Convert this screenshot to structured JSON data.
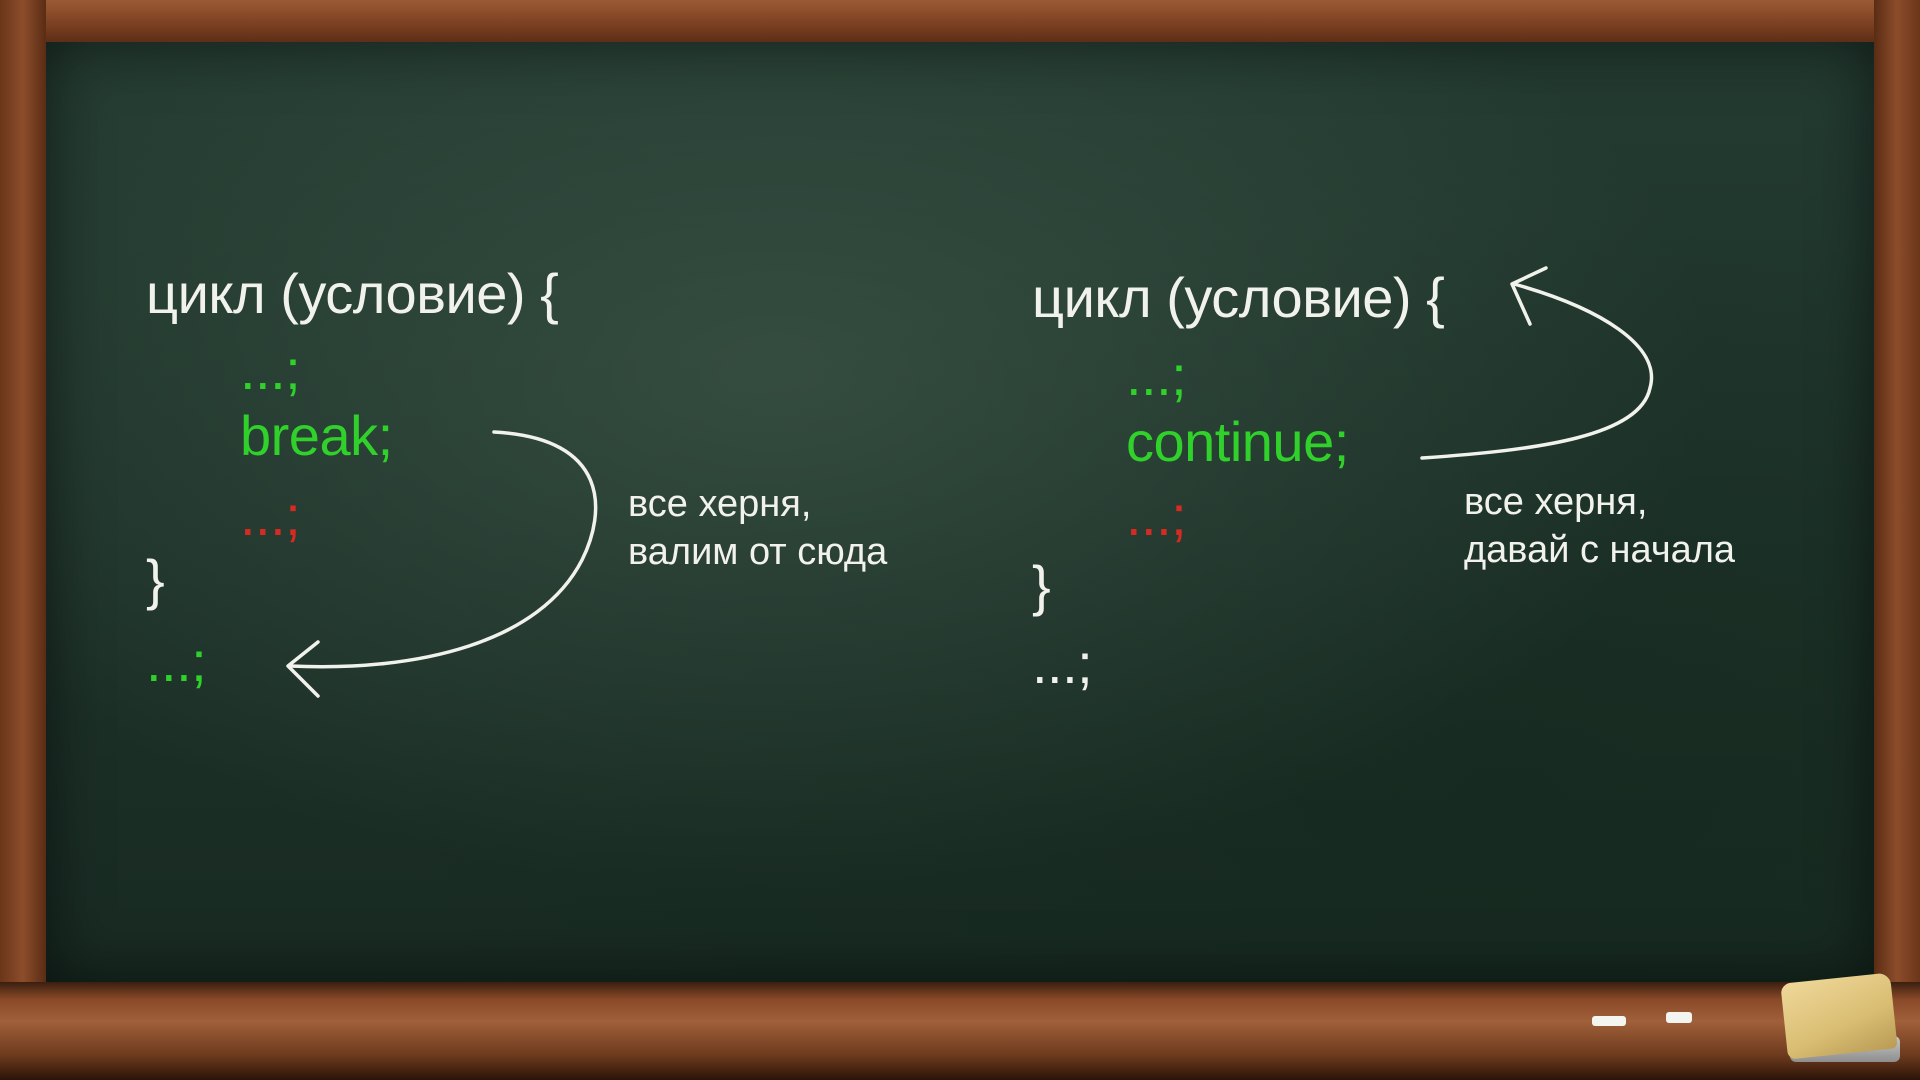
{
  "left": {
    "header": "цикл (условие) {",
    "line1": "...;",
    "keyword": "break;",
    "line3": "...;",
    "close": "}",
    "after": "...;",
    "note_line1": "все херня,",
    "note_line2": "валим от сюда"
  },
  "right": {
    "header": "цикл (условие) {",
    "line1": "...;",
    "keyword": "continue;",
    "line3": "...;",
    "close": "}",
    "after": "...;",
    "note_line1": "все херня,",
    "note_line2": "давай с начала"
  },
  "colors": {
    "board": "#1e332a",
    "frame": "#8a4a2a",
    "chalk_white": "#f2f2ec",
    "chalk_green": "#2fd12a",
    "chalk_red": "#d92a22"
  }
}
